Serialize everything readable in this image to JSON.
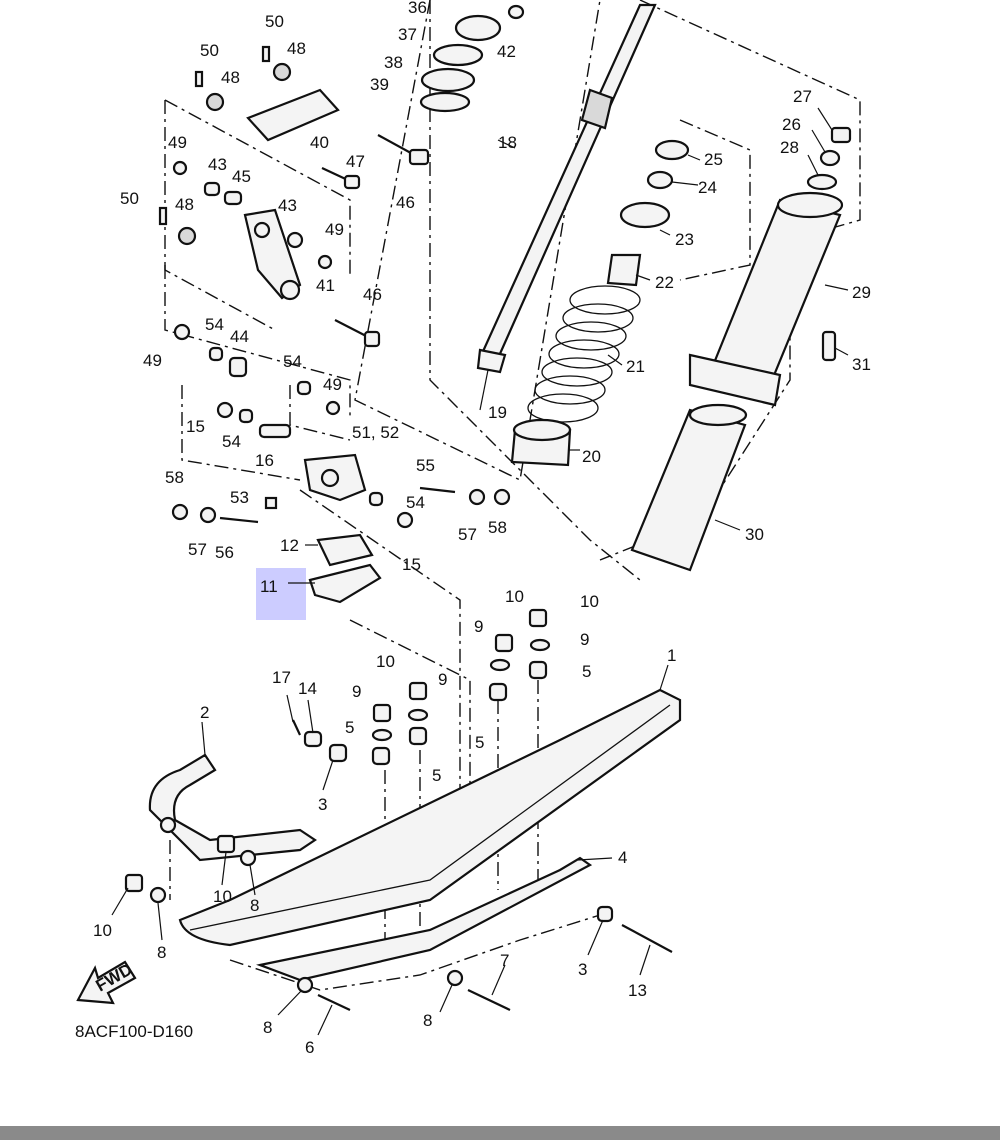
{
  "diagram": {
    "code": "8ACF100-D160",
    "fwd_label": "FWD",
    "highlight_color": "#c9c9ff",
    "labels": {
      "l1": "1",
      "l2": "2",
      "l3a": "3",
      "l3b": "3",
      "l4": "4",
      "l5a": "5",
      "l5b": "5",
      "l5c": "5",
      "l5d": "5",
      "l6": "6",
      "l7": "7",
      "l8a": "8",
      "l8b": "8",
      "l8c": "8",
      "l8d": "8",
      "l9a": "9",
      "l9b": "9",
      "l9c": "9",
      "l9d": "9",
      "l10a": "10",
      "l10b": "10",
      "l10c": "10",
      "l10d": "10",
      "l10e": "10",
      "l10f": "10",
      "l11": "11",
      "l12": "12",
      "l13": "13",
      "l14": "14",
      "l15a": "15",
      "l15b": "15",
      "l16": "16",
      "l17": "17",
      "l18": "18",
      "l19": "19",
      "l20": "20",
      "l21": "21",
      "l22": "22",
      "l23": "23",
      "l24": "24",
      "l25": "25",
      "l26": "26",
      "l27": "27",
      "l28": "28",
      "l29": "29",
      "l30": "30",
      "l31": "31",
      "l36": "36",
      "l37": "37",
      "l38": "38",
      "l39": "39",
      "l40": "40",
      "l41": "41",
      "l42": "42",
      "l43a": "43",
      "l43b": "43",
      "l44": "44",
      "l45": "45",
      "l46a": "46",
      "l46b": "46",
      "l47": "47",
      "l48a": "48",
      "l48b": "48",
      "l48c": "48",
      "l49a": "49",
      "l49b": "49",
      "l49c": "49",
      "l49d": "49",
      "l50a": "50",
      "l50b": "50",
      "l50c": "50",
      "l5152": "51, 52",
      "l53": "53",
      "l54a": "54",
      "l54b": "54",
      "l54c": "54",
      "l54d": "54",
      "l55": "55",
      "l56": "56",
      "l57a": "57",
      "l57b": "57",
      "l58a": "58",
      "l58b": "58"
    }
  }
}
